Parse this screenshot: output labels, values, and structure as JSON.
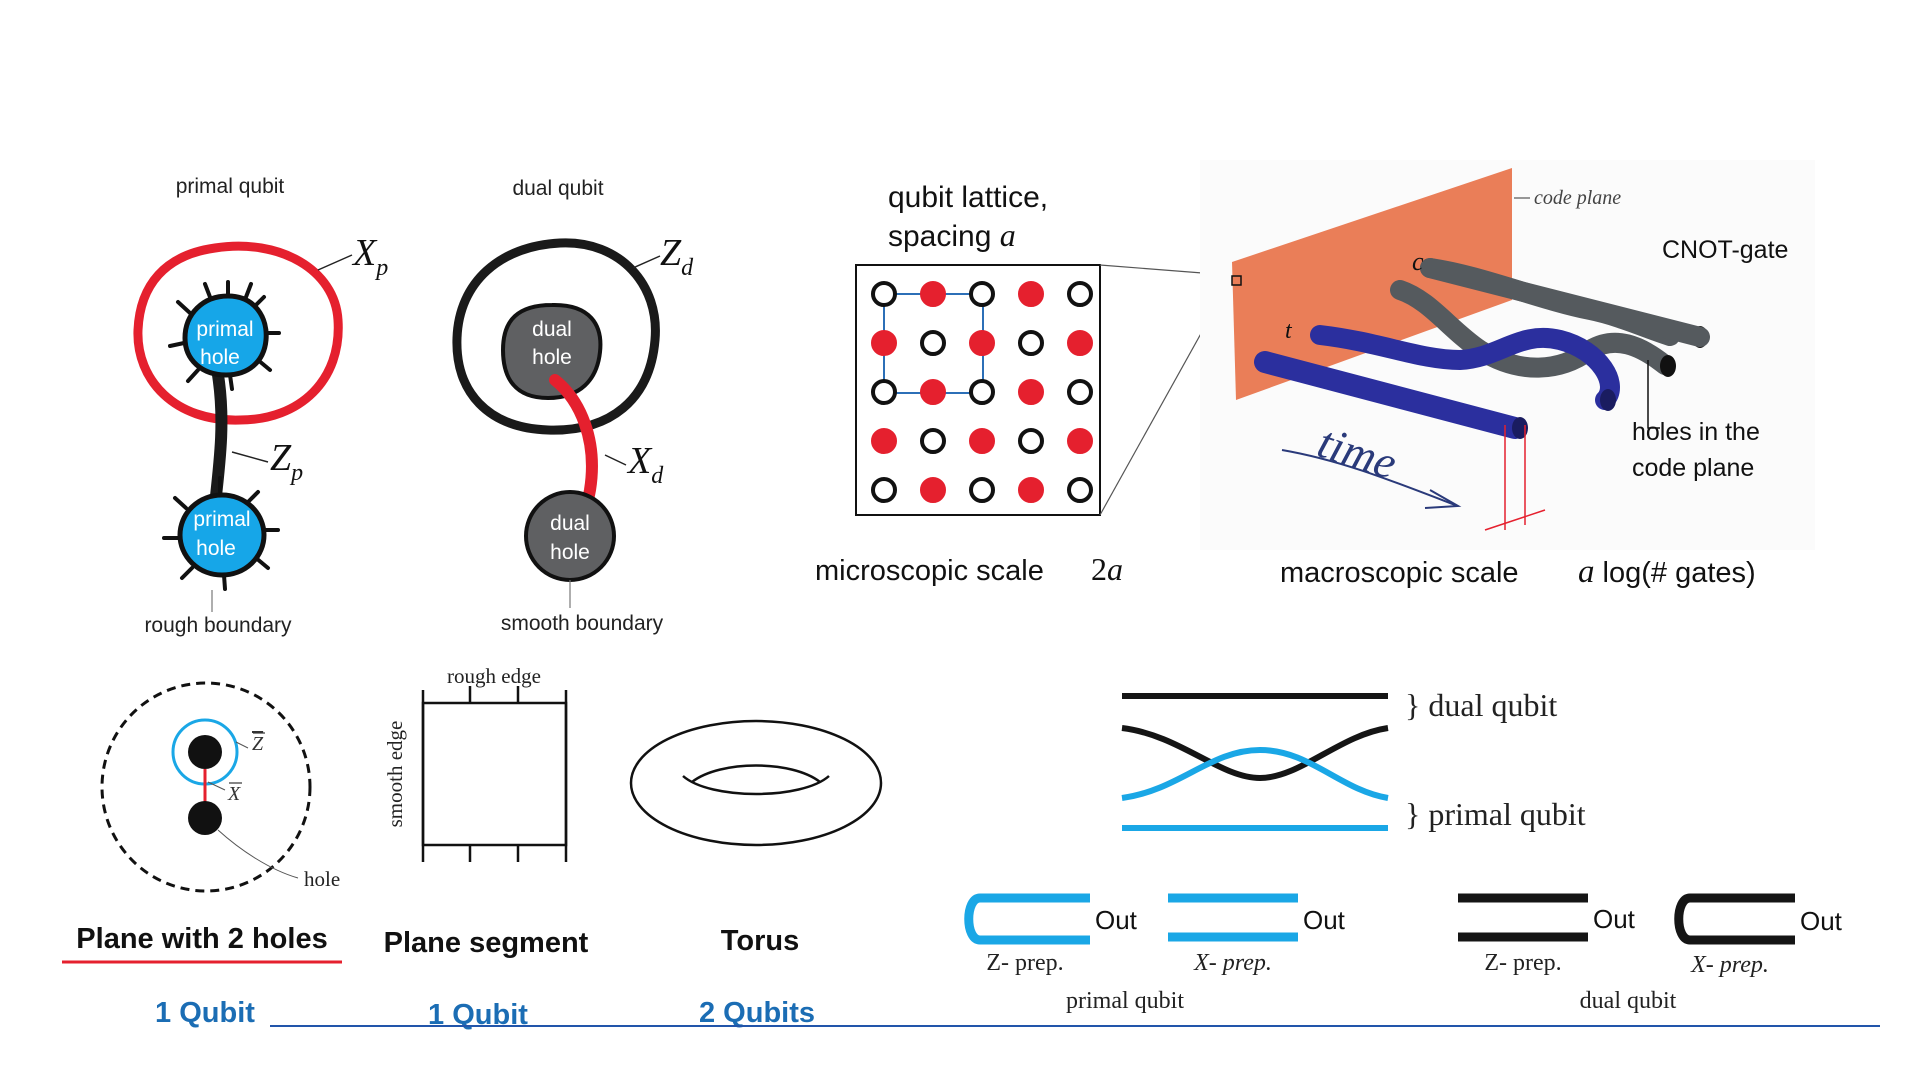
{
  "panel_holes": {
    "primal_title": "primal qubit",
    "dual_title": "dual qubit",
    "primal_hole_line1": "primal",
    "primal_hole_line2": "hole",
    "dual_hole_line1": "dual",
    "dual_hole_line2": "hole",
    "xp_main": "X",
    "xp_sub": "p",
    "zp_main": "Z",
    "zp_sub": "p",
    "zd_main": "Z",
    "zd_sub": "d",
    "xd_main": "X",
    "xd_sub": "d",
    "rough_boundary": "rough boundary",
    "smooth_boundary": "smooth boundary"
  },
  "panel_lattice": {
    "title_line1": "qubit lattice,",
    "title_line2": "spacing ",
    "title_var": "a",
    "micro_label": "microscopic scale",
    "micro_value_num": "2",
    "micro_value_var": "a",
    "macro_label": "macroscopic scale",
    "macro_value_var": "a",
    "macro_value_rest": " log(# gates)",
    "cnot_label": "CNOT-gate",
    "holes_line1": "holes in the",
    "holes_line2": "code plane",
    "code_plane": "code plane",
    "time": "time",
    "control": "c",
    "target": "t",
    "colors": {
      "red": "#e5202e",
      "orange": "#e8734a",
      "blue": "#2b2f9e",
      "gray": "#555a5e"
    }
  },
  "panel_surfaces": {
    "z_bar": "Z",
    "x_bar": "X",
    "hole": "hole",
    "rough_edge": "rough edge",
    "smooth_edge": "smooth edge",
    "plane_holes": "Plane with 2 holes",
    "plane_segment": "Plane segment",
    "torus": "Torus",
    "qubits_1a": "1 Qubit",
    "qubits_1b": "1 Qubit",
    "qubits_2": "2 Qubits"
  },
  "panel_braid": {
    "dual_qubit": "} dual qubit",
    "primal_qubit": "} primal qubit",
    "out": "Out",
    "z_prep": "Z- prep.",
    "x_prep": "X- prep.",
    "primal_caption": "primal qubit",
    "dual_caption": "dual qubit",
    "colors": {
      "cyan": "#1aa7e6",
      "black": "#151515"
    }
  }
}
